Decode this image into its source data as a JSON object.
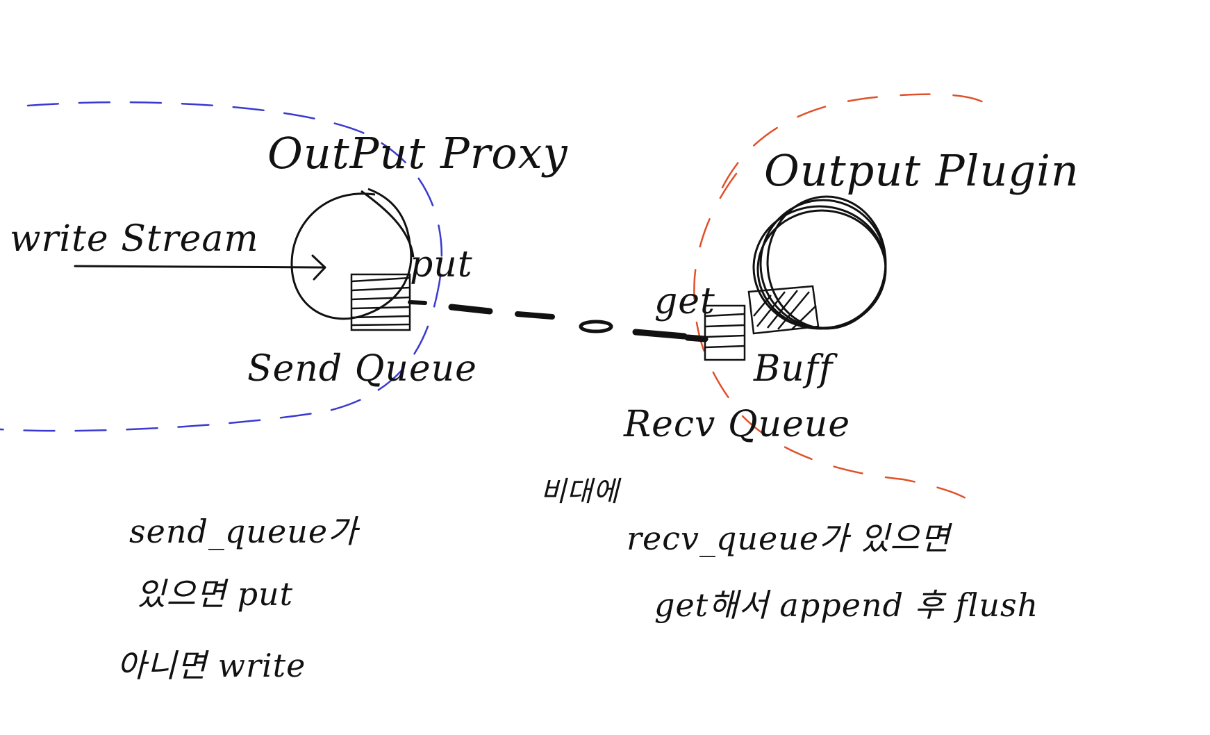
{
  "labels": {
    "output_proxy": "OutPut Proxy",
    "output_plugin": "Output Plugin",
    "write_stream": "write Stream",
    "put": "put",
    "get": "get",
    "send_queue": "Send Queue",
    "buff": "Buff",
    "recv_queue": "Recv Queue"
  },
  "notes": {
    "center": "비대에",
    "left": [
      "send_queue가",
      "있으면 put",
      "아니면 write"
    ],
    "right": [
      "recv_queue가 있으면",
      "get해서 append 후 flush"
    ]
  },
  "colors": {
    "ink": "#111111",
    "proxy_boundary": "#3a3ad0",
    "plugin_boundary": "#e0502a",
    "background": "#ffffff"
  }
}
